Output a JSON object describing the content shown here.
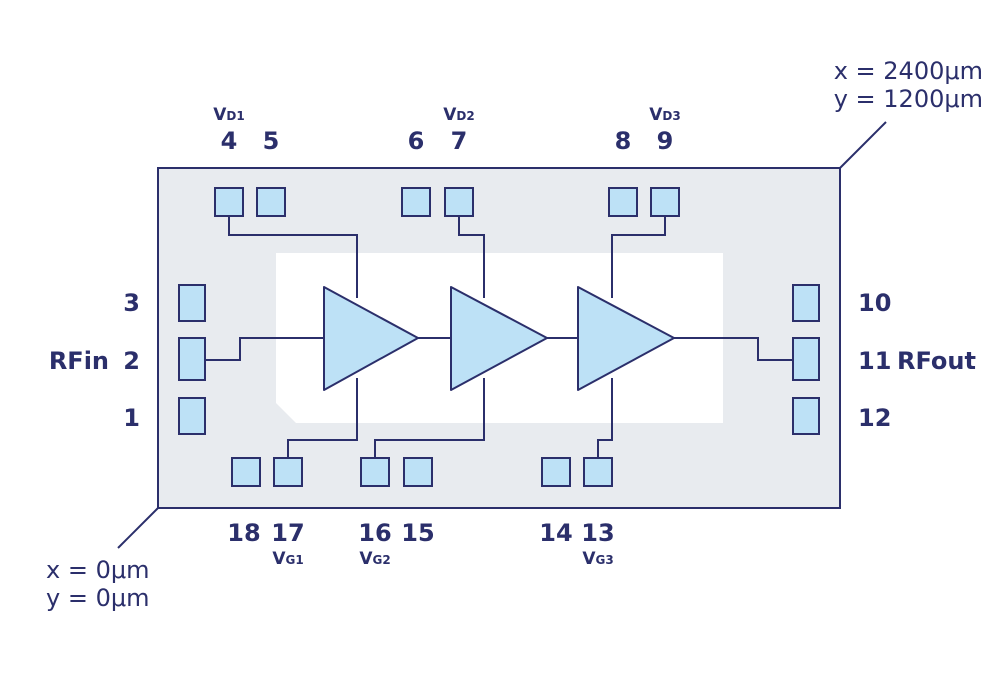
{
  "coords": {
    "top_right_x": "x = 2400μm",
    "top_right_y": "y = 1200μm",
    "bottom_left_x": "x = 0μm",
    "bottom_left_y": "y = 0μm"
  },
  "pins": {
    "p1": "1",
    "p2": "2",
    "p3": "3",
    "p4": "4",
    "p5": "5",
    "p6": "6",
    "p7": "7",
    "p8": "8",
    "p9": "9",
    "p10": "10",
    "p11": "11",
    "p12": "12",
    "p13": "13",
    "p14": "14",
    "p15": "15",
    "p16": "16",
    "p17": "17",
    "p18": "18"
  },
  "signals": {
    "rf_in": "RFin",
    "rf_out": "RFout"
  },
  "supplies": {
    "vd1": {
      "main": "V",
      "sub": "D1"
    },
    "vd2": {
      "main": "V",
      "sub": "D2"
    },
    "vd3": {
      "main": "V",
      "sub": "D3"
    },
    "vg1": {
      "main": "V",
      "sub": "G1"
    },
    "vg2": {
      "main": "V",
      "sub": "G2"
    },
    "vg3": {
      "main": "V",
      "sub": "G3"
    }
  },
  "colors": {
    "ink": "#2b2f6b",
    "chip": "#e8ebef",
    "pad": "#bde1f6",
    "inner": "#ffffff"
  }
}
